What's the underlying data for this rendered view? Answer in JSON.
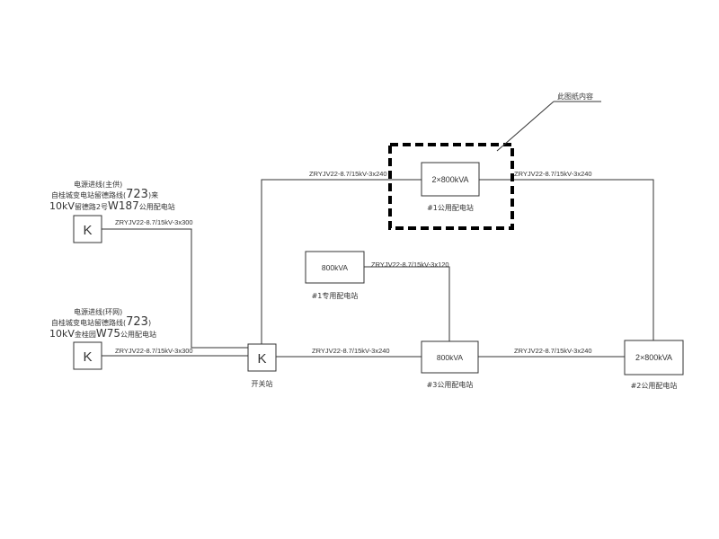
{
  "diagram": {
    "note": "此图纸内容",
    "cable_top_left": "ZRYJV22-8.7/15kV-3x240",
    "cable_top_right": "ZRYJV22-8.7/15kV-3x240",
    "cable_src1": "ZRYJV22-8.7/15kV-3x300",
    "cable_src2": "ZRYJV22-8.7/15kV-3x300",
    "cable_dedicated": "ZRYJV22-8.7/15kV-3x120",
    "cable_mid": "ZRYJV22-8.7/15kV-3x240",
    "cable_right": "ZRYJV22-8.7/15kV-3x240",
    "source1": {
      "line1": "电源进线(主供)",
      "line2a": "自桂城变电站留德路线(",
      "line2b": "723",
      "line2c": ")来",
      "line3a": "10kV",
      "line3b": "留德路2号",
      "line3c": "W187",
      "line3d": "公用配电站",
      "switch": "K"
    },
    "source2": {
      "line1": "电源进线(环网)",
      "line2a": "自桂城变电站留德路线(",
      "line2b": "723",
      "line2c": ")",
      "line3a": "10kV",
      "line3b": "金桂园",
      "line3c": "W75",
      "line3d": "公用配电站",
      "switch": "K"
    },
    "switch_station": {
      "symbol": "K",
      "name": "开关站"
    },
    "substation1": {
      "capacity": "2×800kVA",
      "name": "#1公用配电站"
    },
    "dedicated1": {
      "capacity": "800kVA",
      "name": "#1专用配电站"
    },
    "substation3": {
      "capacity": "800kVA",
      "name": "#3公用配电站"
    },
    "substation2": {
      "capacity": "2×800kVA",
      "name": "#2公用配电站"
    }
  }
}
